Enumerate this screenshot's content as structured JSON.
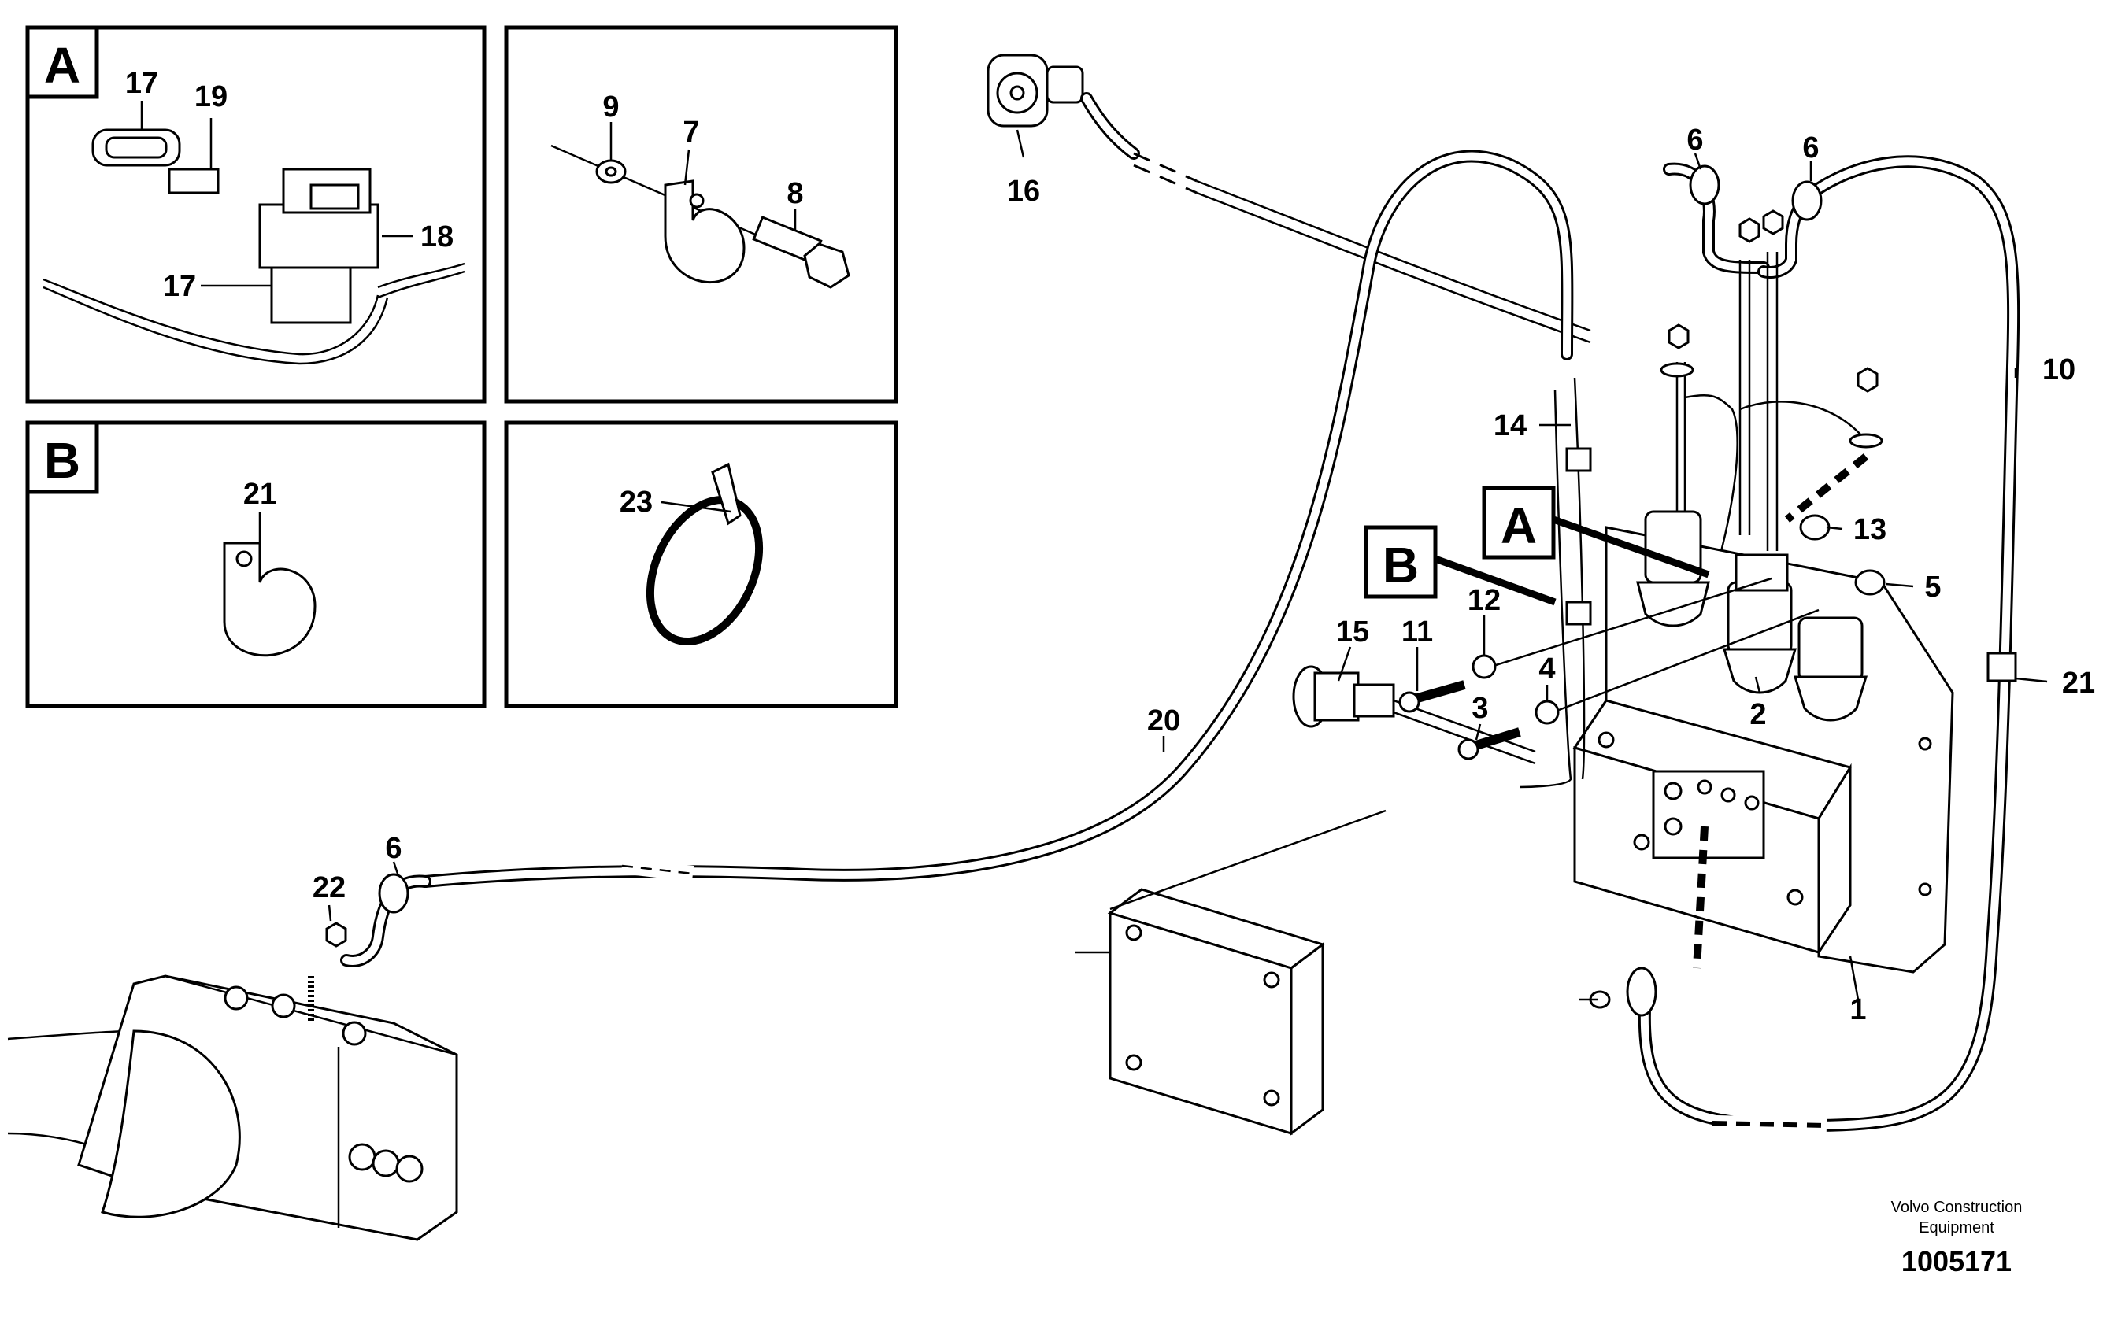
{
  "detail_a": {
    "tag": "A",
    "labels": [
      "17",
      "19",
      "18",
      "17"
    ]
  },
  "detail_clip": {
    "labels": [
      "9",
      "7",
      "8"
    ]
  },
  "detail_b": {
    "tag": "B",
    "labels": [
      "21"
    ]
  },
  "detail_tie": {
    "labels": [
      "23"
    ]
  },
  "main": {
    "callout_a": "A",
    "callout_b": "B",
    "labels": {
      "p1": "1",
      "p2": "2",
      "p3": "3",
      "p4": "4",
      "p5": "5",
      "p6a": "6",
      "p6b": "6",
      "p6c": "6",
      "p10": "10",
      "p11": "11",
      "p12": "12",
      "p13": "13",
      "p14": "14",
      "p15": "15",
      "p16": "16",
      "p20": "20",
      "p21": "21",
      "p22": "22"
    }
  },
  "footer": {
    "line1": "Volvo Construction",
    "line2": "Equipment",
    "number": "1005171"
  }
}
